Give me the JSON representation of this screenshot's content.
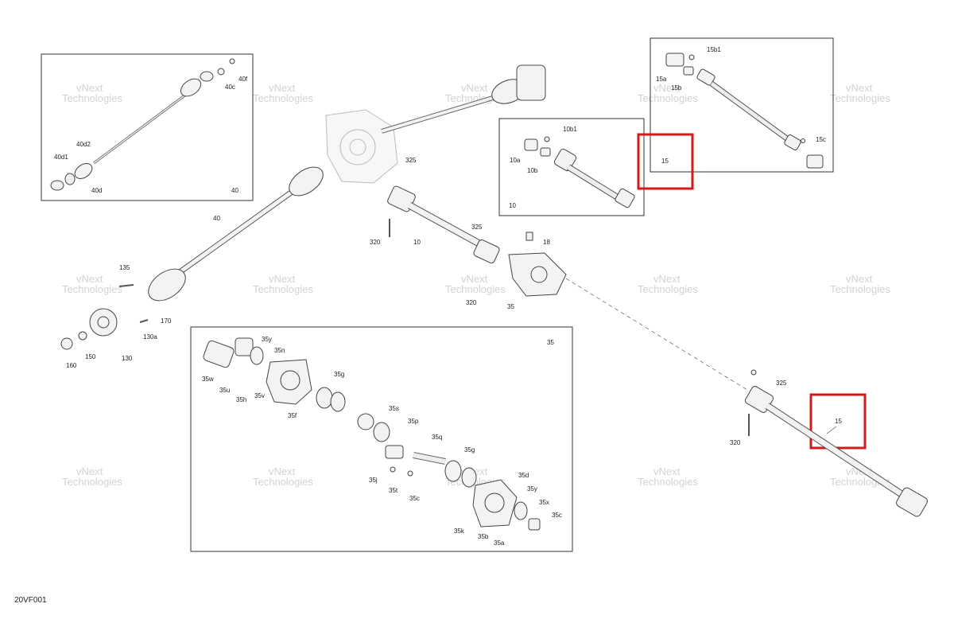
{
  "diagram_code": "20VF001",
  "watermark": {
    "line1": "vNext",
    "line2": "Technologies"
  },
  "highlight_labels": [
    "15",
    "15"
  ],
  "callouts": {
    "c40f": "40f",
    "c40c": "40c",
    "c40d2": "40d2",
    "c40d1": "40d1",
    "c40d": "40d",
    "box40": "40",
    "c10b1": "10b1",
    "c10a": "10a",
    "c10b": "10b",
    "box10": "10",
    "c15b1": "15b1",
    "c15a": "15a",
    "c15b": "15b",
    "c15c": "15c",
    "c325a": "325",
    "c320a": "320",
    "c10": "10",
    "c325b": "325",
    "c18": "18",
    "c320b": "320",
    "c35": "35",
    "c40": "40",
    "c135": "135",
    "c170": "170",
    "c130a": "130a",
    "c150": "150",
    "c130": "130",
    "c160": "160",
    "c325c": "325",
    "c320c": "320",
    "box35": "35",
    "c35y": "35y",
    "c35n": "35n",
    "c35w": "35w",
    "c35u": "35u",
    "c35h": "35h",
    "c35v": "35v",
    "c35f": "35f",
    "c35g": "35g",
    "c35s": "35s",
    "c35p": "35p",
    "c35q": "35q",
    "c35g2": "35g",
    "c35d": "35d",
    "c35y2": "35y",
    "c35x": "35x",
    "c35c": "35c",
    "c35j": "35j",
    "c35t": "35t",
    "c35c2": "35c",
    "c35k": "35k",
    "c35b": "35b",
    "c35a": "35a"
  }
}
